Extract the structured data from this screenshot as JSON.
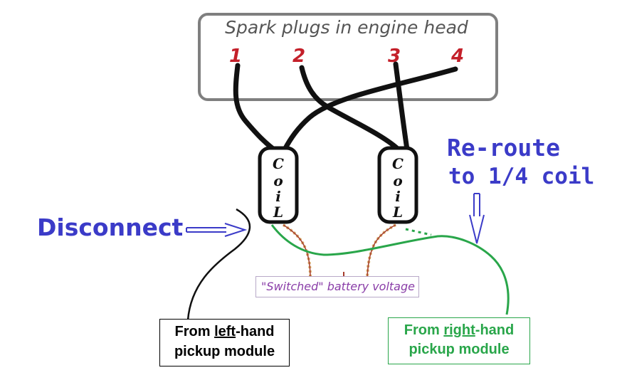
{
  "engine_head": {
    "title": "Spark plugs in engine head"
  },
  "plugs": [
    "1",
    "2",
    "3",
    "4"
  ],
  "coils": [
    {
      "letters": [
        "C",
        "o",
        "i",
        "L"
      ]
    },
    {
      "letters": [
        "C",
        "o",
        "i",
        "L"
      ]
    }
  ],
  "battery": {
    "label": "\"Switched\" battery voltage"
  },
  "disconnect": {
    "label": "Disconnect"
  },
  "reroute": {
    "line1": "Re-route",
    "line2": "to 1/4 coil"
  },
  "left_module": {
    "prefix": "From ",
    "emph": "left",
    "suffix": "-hand",
    "line2": "pickup module"
  },
  "right_module": {
    "prefix": "From ",
    "emph": "right",
    "suffix": "-hand",
    "line2": "pickup module"
  },
  "colors": {
    "accent_blue": "#3b3bc8",
    "plug_red": "#c4202a",
    "green_wire": "#29a64a",
    "battery_purple": "#8a3ea8"
  }
}
